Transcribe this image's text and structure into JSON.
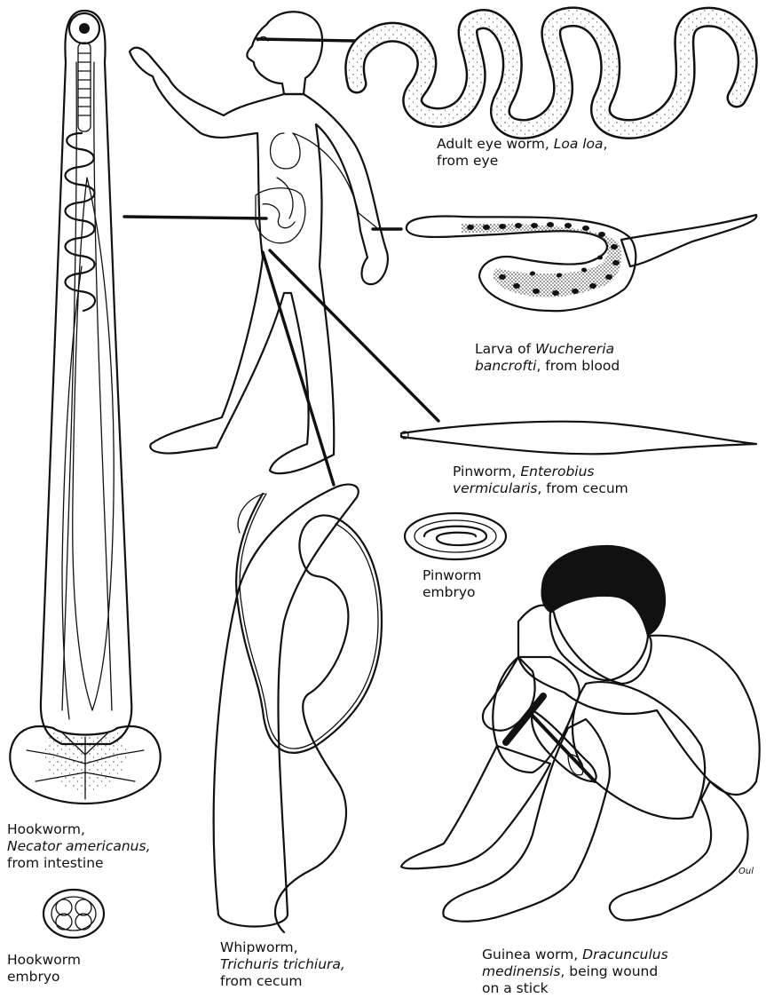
{
  "figure": {
    "items": [
      {
        "name": "hookworm",
        "lines": [
          "Hookworm,",
          "Necator americanus,",
          "from intestine"
        ]
      },
      {
        "name": "hookworm-embryo",
        "lines": [
          "Hookworm",
          "embryo"
        ]
      },
      {
        "name": "whipworm",
        "lines": [
          "Whipworm,",
          "Trichuris trichiura,",
          "from cecum"
        ]
      },
      {
        "name": "eye-worm",
        "lines": [
          "Adult eye worm, Loa loa,",
          "from eye"
        ]
      },
      {
        "name": "wuchereria-larva",
        "lines": [
          "Larva of Wuchereria",
          "bancrofti, from blood"
        ]
      },
      {
        "name": "pinworm",
        "lines": [
          "Pinworm, Enterobius",
          "vermicularis, from cecum"
        ]
      },
      {
        "name": "pinworm-embryo",
        "lines": [
          "Pinworm",
          "embryo"
        ]
      },
      {
        "name": "guinea-worm",
        "lines": [
          "Guinea worm, Dracunculus",
          "medinensis, being wound",
          "on a stick"
        ]
      }
    ],
    "signature": "Oul"
  }
}
